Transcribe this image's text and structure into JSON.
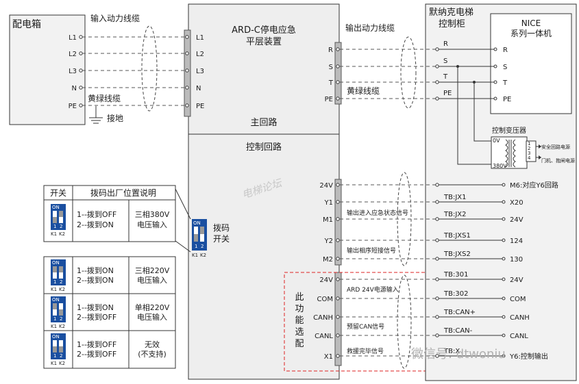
{
  "dist_box": {
    "title": "配电箱",
    "terminals": [
      "L1",
      "L2",
      "L3",
      "N",
      "PE"
    ]
  },
  "input_cable_label": "输入动力线缆",
  "yellow_green_left": "黄绿线缆",
  "ground_label": "接地",
  "ard_device": {
    "title_line1": "ARD-C停电应急",
    "title_line2": "平层装置",
    "main_circuit": "主回路",
    "control_circuit": "控制回路",
    "input_terminals": [
      "L1",
      "L2",
      "L3",
      "N",
      "PE"
    ],
    "output_terminals": [
      "R",
      "S",
      "T",
      "PE"
    ],
    "control_terminals": [
      "24V",
      "Y1",
      "M1",
      "Y2",
      "M2",
      "24V",
      "COM",
      "CANH",
      "CANL",
      "X1"
    ],
    "optional_vertical": "此功能选配",
    "dip_switch_label_1": "拨码",
    "dip_switch_label_2": "开关"
  },
  "output_cable_label": "输出动力线缆",
  "yellow_green_right": "黄绿线缆",
  "signal_labels": {
    "status": "输出进入应急状态信号",
    "shorting": "输出相序短接信号",
    "power24": "ARD 24V电源输入",
    "can": "预留CAN信号",
    "done": "救援完毕信号"
  },
  "cabinet": {
    "title_line1": "默纳克电梯",
    "title_line2": "控制柜",
    "nice_line1": "NICE",
    "nice_line2": "系列一体机",
    "nice_terminals": [
      "R",
      "S",
      "T",
      "PE"
    ],
    "wire_labels": [
      "R",
      "S",
      "T",
      "PE"
    ],
    "transformer_title": "控制变压器",
    "transformer_0v": "0V",
    "transformer_380v": "380V",
    "transformer_out1": "安全回路电源",
    "transformer_out2": "门机、抱闸电源",
    "transformer_pins": [
      "1",
      "2",
      "3",
      "4"
    ],
    "tb_labels": [
      "TB:JX1",
      "TB:JX2",
      "TB:JXS1",
      "TB:JXS2",
      "TB:301",
      "TB:302",
      "TB:CAN+",
      "TB:CAN-",
      "TB:X"
    ],
    "right_labels": [
      "M6:对应Y6回路",
      "X20",
      "24V",
      "124",
      "130",
      "24V",
      "COM",
      "CANH",
      "CANL",
      "Y6:控制输出"
    ]
  },
  "dip_table": {
    "header_switch": "开关",
    "header_desc": "拨码出厂位置说明",
    "row_line1": "1--拨到OFF",
    "row_line2": "2--拨到ON",
    "row_value1": "三相380V",
    "row_value2": "电压输入"
  },
  "dip_options": [
    {
      "line1": "1--拨到ON",
      "line2": "2--拨到ON",
      "value1": "三相220V",
      "value2": "电压输入"
    },
    {
      "line1": "1--拨到ON",
      "line2": "2--拨到OFF",
      "value1": "单相220V",
      "value2": "电压输入"
    },
    {
      "line1": "1--拨到OFF",
      "line2": "2--拨到OFF",
      "value1": "无效",
      "value2": "(不支持)"
    }
  ],
  "dip_icon": {
    "on": "ON",
    "n1": "1",
    "n2": "2",
    "k1": "K1",
    "k2": "K2"
  },
  "watermark": "电梯论坛",
  "wechat": "微信号: dtwoniu"
}
